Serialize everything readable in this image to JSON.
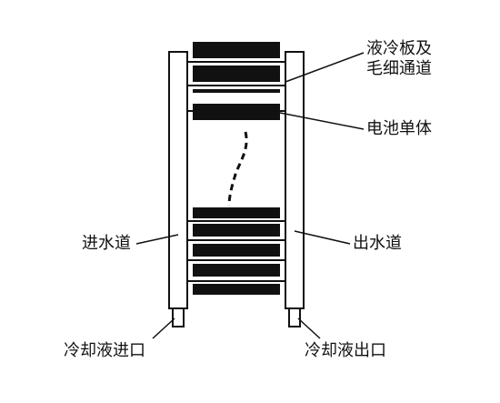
{
  "labels": {
    "cold_plate_line1": "液冷板及",
    "cold_plate_line2": "毛细通道",
    "battery_cell": "电池单体",
    "inlet_channel": "进水道",
    "outlet_channel": "出水道",
    "coolant_inlet": "冷却液进口",
    "coolant_outlet": "冷却液出口"
  },
  "colors": {
    "ink": "#111111",
    "cell_fill": "#111111",
    "channel_fill": "#ffffff",
    "background": "#ffffff"
  }
}
